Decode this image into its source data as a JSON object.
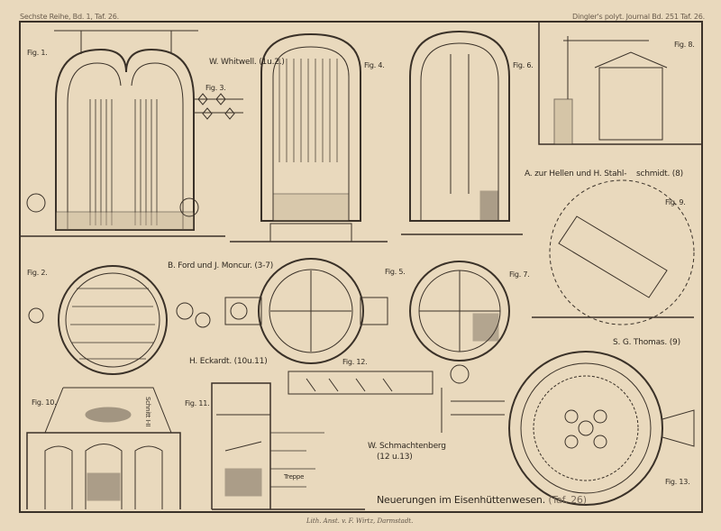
{
  "header": {
    "left": "Sechste Reihe, Bd. 1, Taf. 26.",
    "right": "Dingler's polyt. Journal Bd. 251 Taf. 26."
  },
  "figures": [
    "Fig. 1.",
    "Fig. 2.",
    "Fig. 3.",
    "Fig. 4.",
    "Fig. 5.",
    "Fig. 6.",
    "Fig. 7.",
    "Fig. 8.",
    "Fig. 9.",
    "Fig. 10.",
    "Fig. 11.",
    "Fig. 12.",
    "Fig. 13."
  ],
  "credits": {
    "whitwell": "W. Whitwell. (1u.2.)",
    "ford": "B. Ford und J. Moncur. (3-7)",
    "eckardt": "H. Eckardt. (10u.11)",
    "hellen_a": "A. zur Hellen und H. Stahl-",
    "hellen_b": "schmidt. (8)",
    "thomas": "S. G. Thomas. (9)",
    "schmacht_a": "W. Schmachtenberg",
    "schmacht_b": "(12 u.13)"
  },
  "annotations": {
    "schnitt": "Schnitt I-II",
    "treppe": "Treppe"
  },
  "title": {
    "main": "Neuerungen im Eisenhüttenwesen.",
    "ref": "(Taf. 26)"
  },
  "lithographer": "Lith. Anst. v. F. Wirtz, Darmstadt.",
  "colors": {
    "paper": "#e9d9bd",
    "ink": "#3a3128"
  }
}
